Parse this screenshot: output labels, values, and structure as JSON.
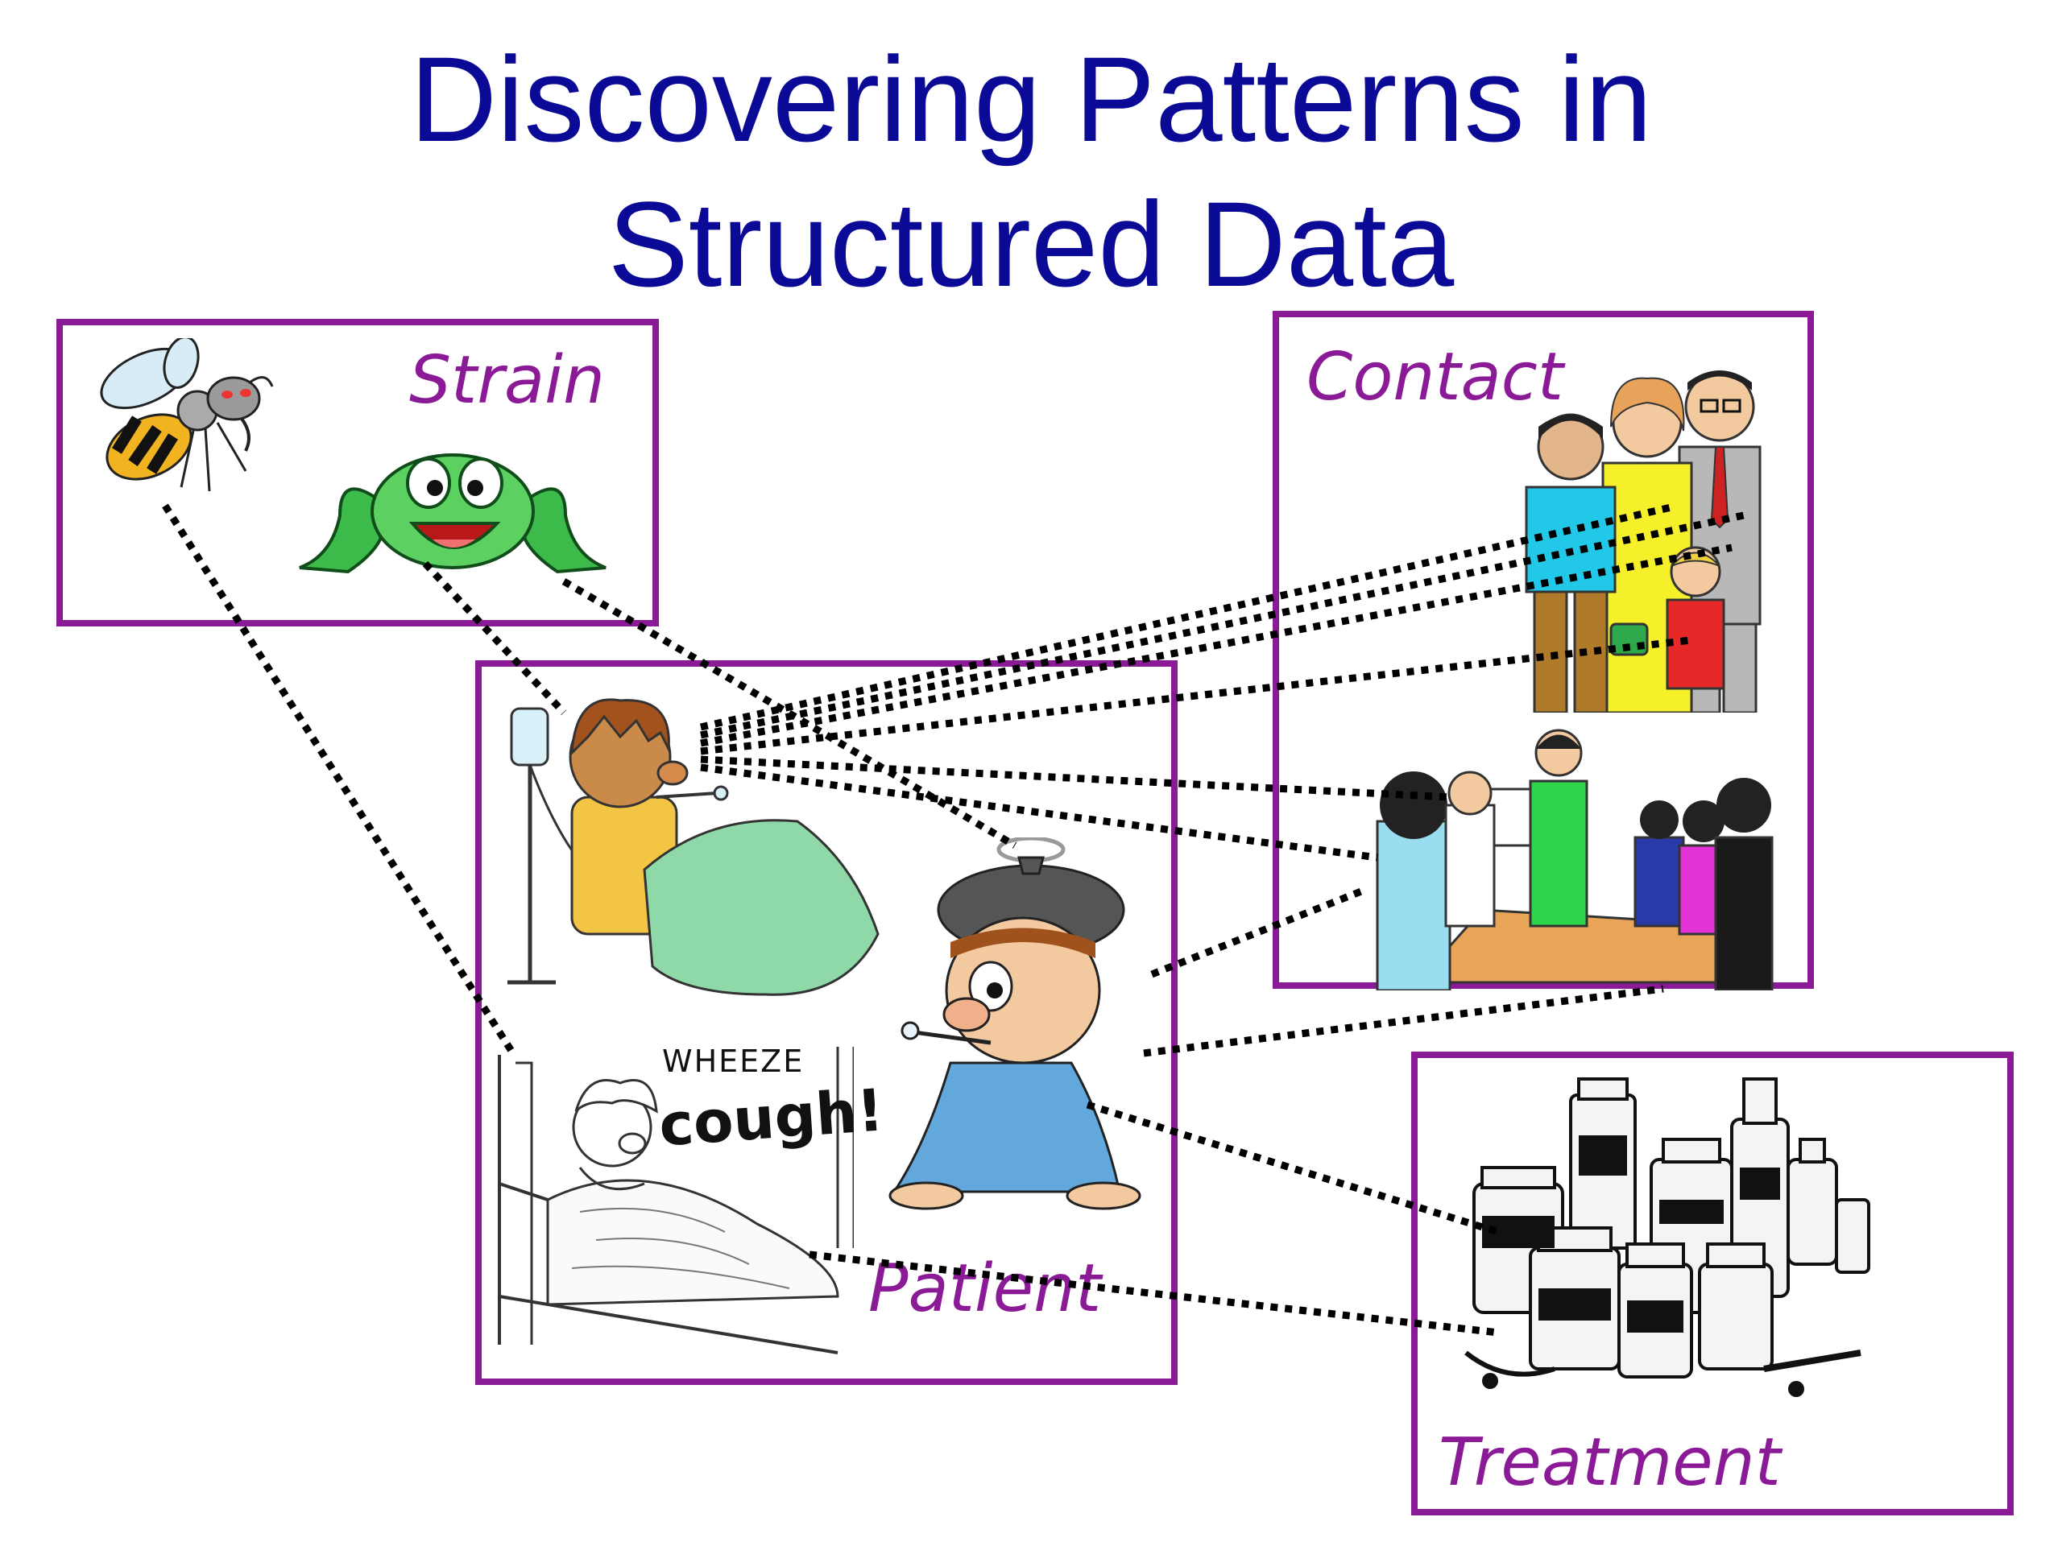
{
  "slide": {
    "title_line1": "Discovering Patterns in",
    "title_line2": "Structured Data",
    "title_color": "#0a0a96",
    "border_color": "#8b1a96",
    "label_color": "#8b1a96"
  },
  "boxes": {
    "strain": {
      "label": "Strain",
      "icons": [
        "wasp-icon",
        "frog-icon"
      ]
    },
    "contact": {
      "label": "Contact",
      "icons": [
        "family-group-icon",
        "business-meeting-icon"
      ]
    },
    "patient": {
      "label": "Patient",
      "icons": [
        "sick-man-with-iv-icon",
        "sick-boy-with-icepack-icon",
        "coughing-woman-in-bed-icon"
      ]
    },
    "treatment": {
      "label": "Treatment",
      "icons": [
        "medicine-bottles-icon"
      ]
    }
  },
  "patient_art": {
    "wheeze_text": "WHEEZE",
    "cough_text": "cough!"
  },
  "links": {
    "style": "dotted",
    "color": "#000000"
  }
}
